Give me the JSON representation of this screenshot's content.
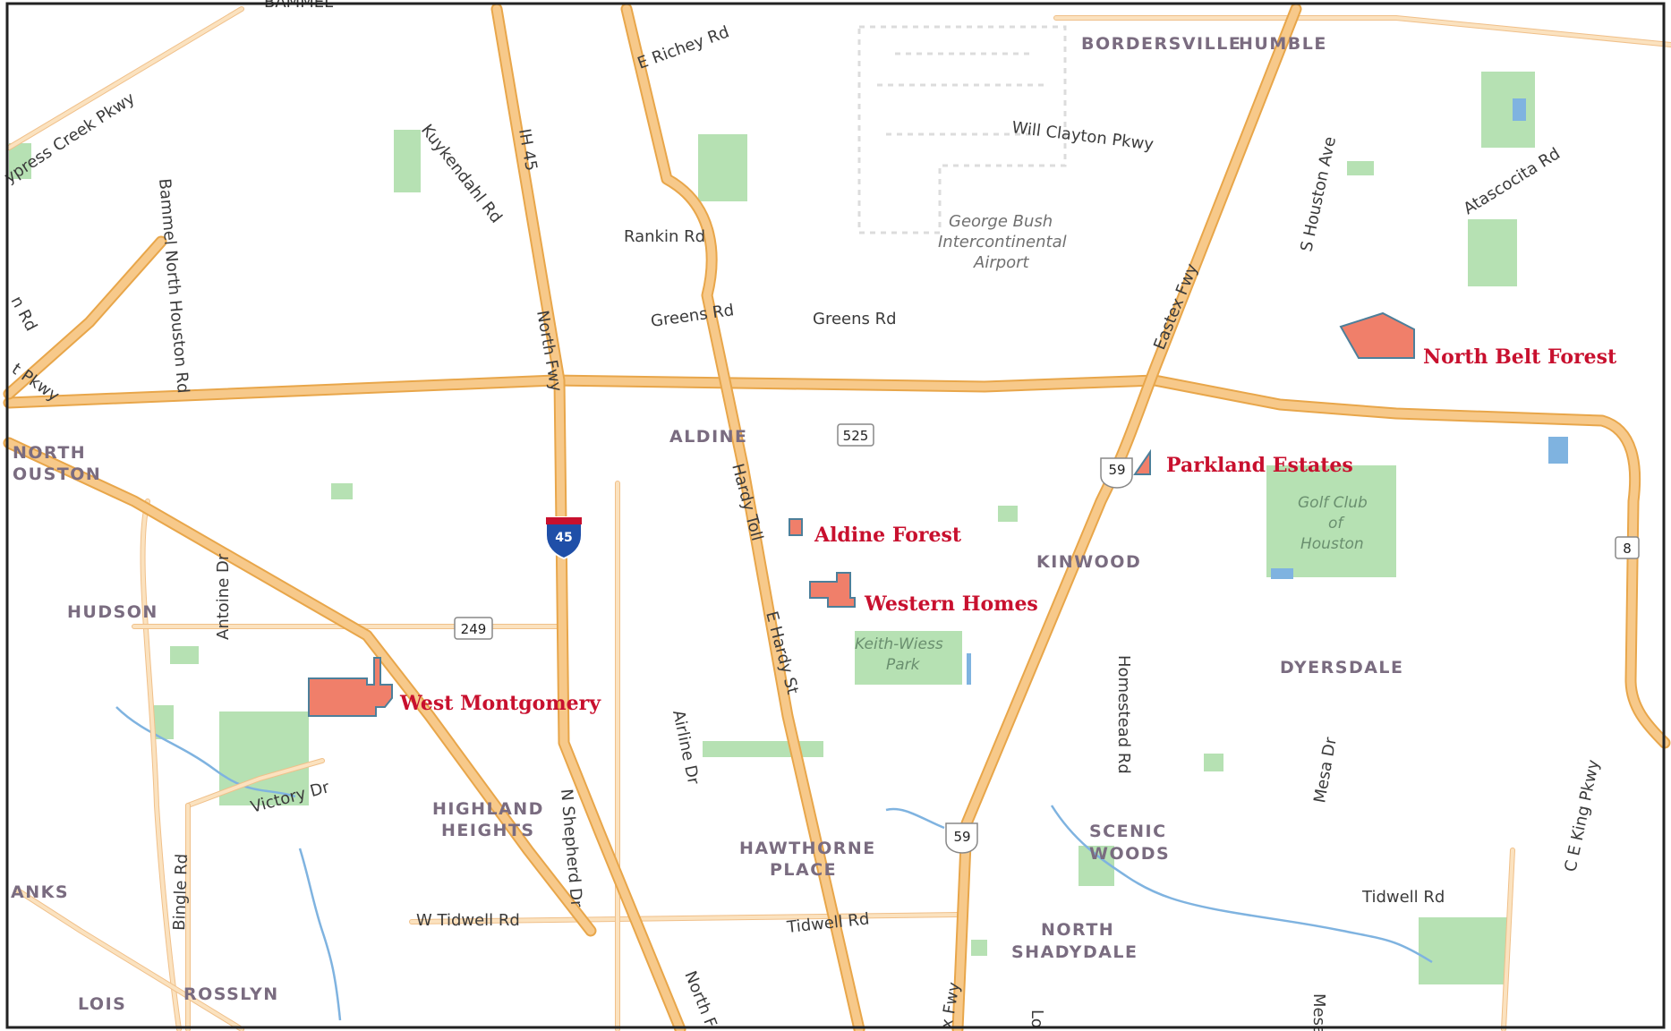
{
  "colors": {
    "major_road": "#f7c98a",
    "minor_road": "#fbe2bf",
    "park": "#a9dca6",
    "water": "#7fb3e0",
    "property": "#f07f6a",
    "property_label": "#c8102e",
    "area_label": "#7a6c80"
  },
  "road_labels": {
    "bammel": "BAMMEL",
    "cypress_creek": "ypress Creek Pkwy",
    "bammel_north_houston": "Bammel North Houston Rd",
    "kuykendahl": "Kuykendahl Rd",
    "ih45": "IH 45",
    "north_fwy_upper": "North Fwy",
    "north_fwy_lower": "North F",
    "e_richey": "E Richey Rd",
    "rankin": "Rankin Rd",
    "greens_west": "Greens Rd",
    "greens_east": "Greens Rd",
    "will_clayton": "Will Clayton Pkwy",
    "eastex": "Eastex Fwy",
    "s_houston_ave": "S Houston Ave",
    "atascocita": "Atascocita Rd",
    "n_rd": "n Rd",
    "t_pkwy": "t Pkwy",
    "hardy_toll": "Hardy Toll",
    "e_hardy_st": "E Hardy St",
    "antoine": "Antoine Dr",
    "airline": "Airline Dr",
    "homestead": "Homestead Rd",
    "mesa_dr": "Mesa Dr",
    "mesa_bottom": "Mesa",
    "ce_king": "C E King Pkwy",
    "victory": "Victory Dr",
    "bingle": "Bingle Rd",
    "n_shepherd": "N Shepherd Dr",
    "w_tidwell": "W Tidwell Rd",
    "tidwell_center": "Tidwell Rd",
    "tidwell_east": "Tidwell Rd",
    "x_fwy": "x Fwy",
    "lo": "Lo"
  },
  "area_labels": {
    "bordersville": "BORDERSVILLE",
    "humble": "HUMBLE",
    "north_houston_1": "NORTH",
    "north_houston_2": "OUSTON",
    "aldine": "ALDINE",
    "kinwood": "KINWOOD",
    "hudson": "HUDSON",
    "dyersdale": "DYERSDALE",
    "highland_1": "HIGHLAND",
    "highland_2": "HEIGHTS",
    "hawthorne_1": "HAWTHORNE",
    "hawthorne_2": "PLACE",
    "scenic_1": "SCENIC",
    "scenic_2": "WOODS",
    "shadydale_1": "NORTH",
    "shadydale_2": "SHADYDALE",
    "anks": "ANKS",
    "lois": "LOIS",
    "rosslyn": "ROSSLYN"
  },
  "park_labels": {
    "golf_1": "Golf Club",
    "golf_2": "of",
    "golf_3": "Houston",
    "keith_1": "Keith-Wiess",
    "keith_2": "Park"
  },
  "airport_labels": {
    "line1": "George Bush",
    "line2": "Intercontinental",
    "line3": "Airport"
  },
  "shields": {
    "fm525": "525",
    "i45": "45",
    "us59_north": "59",
    "us59_south": "59",
    "sh249": "249",
    "bw8": "8"
  },
  "properties": {
    "north_belt_forest": "North Belt Forest",
    "parkland_estates": "Parkland Estates",
    "aldine_forest": "Aldine Forest",
    "western_homes": "Western Homes",
    "west_montgomery": "West Montgomery"
  }
}
